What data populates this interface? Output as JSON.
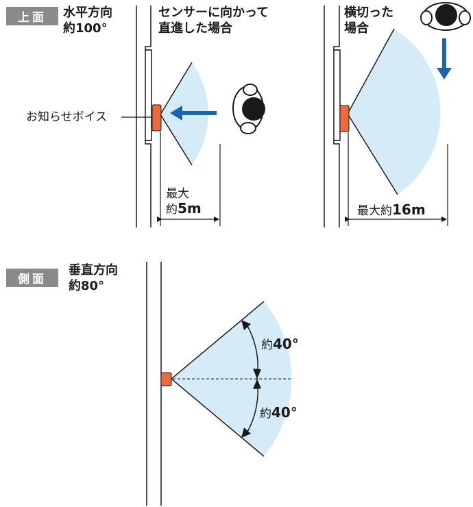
{
  "top_view": {
    "tag": "上面",
    "angle_label_line1": "水平方向",
    "angle_label_line2": "約100°",
    "case_facing_line1": "センサーに向かって",
    "case_facing_line2": "直進した場合",
    "case_crossing_line1": "横切った",
    "case_crossing_line2": "場合",
    "device_label": "お知らせボイス",
    "distance_facing_prefix1": "最大",
    "distance_facing_prefix2": "約",
    "distance_facing_value": "5m",
    "distance_crossing_prefix": "最大約",
    "distance_crossing_value": "16m"
  },
  "side_view": {
    "tag": "側面",
    "angle_label_line1": "垂直方向",
    "angle_label_line2": "約80°",
    "upper_prefix": "約",
    "upper_value": "40°",
    "lower_prefix": "約",
    "lower_value": "40°"
  },
  "colors": {
    "tag_bg": "#8a8a8a",
    "zone_fill": "#d6ebf8",
    "device": "#ec6a3e",
    "arrow": "#1c64ad"
  }
}
